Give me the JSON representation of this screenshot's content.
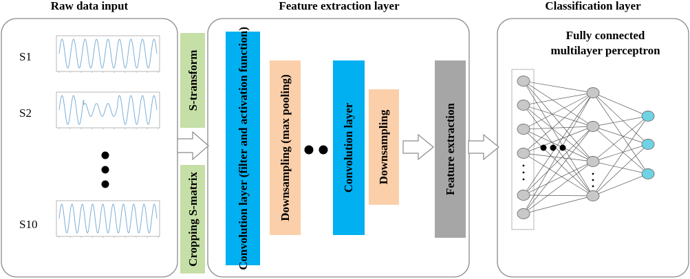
{
  "headers": {
    "raw_data": "Raw data input",
    "feature_extraction": "Feature extraction layer",
    "classification": "Classification layer"
  },
  "signals": [
    {
      "label": "S1"
    },
    {
      "label": "S2"
    },
    {
      "label": "S10"
    }
  ],
  "transforms": {
    "s_transform": "S-transform",
    "cropping": "Cropping S-matrix"
  },
  "cnn_blocks": {
    "conv1": "Convolution layer (filter and activation function)",
    "pool1": "Downsampling (max pooling)",
    "conv2": "Convolution layer",
    "pool2": "Downsampling",
    "feature": "Feature extraction"
  },
  "mlp": {
    "title_line1": "Fully connected",
    "title_line2": "multilayer perceptron"
  },
  "colors": {
    "green": "#c5dfa6",
    "blue": "#00b0f0",
    "orange": "#fbcfa9",
    "gray": "#a6a6a6",
    "node_gray": "#c8c8c8",
    "node_cyan": "#6fd3e4",
    "signal": "#7aaed6"
  }
}
